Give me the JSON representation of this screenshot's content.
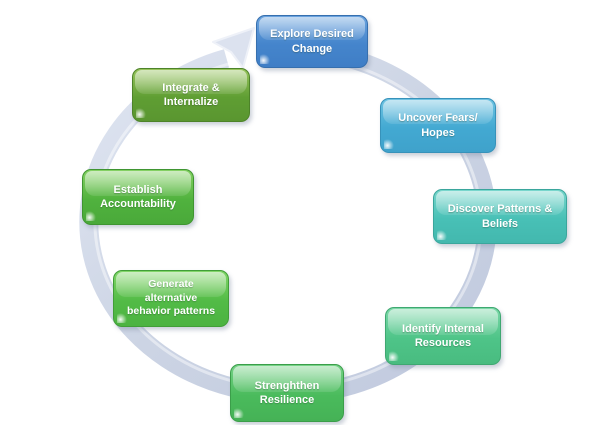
{
  "diagram": {
    "type": "cycle",
    "direction": "clockwise",
    "ring_color": "#ccd4e4",
    "arrowhead_color": "#dce2ef",
    "steps": [
      {
        "label": "Explore Desired Change",
        "color": "#4585cc",
        "position": "top"
      },
      {
        "label": "Uncover Fears/ Hopes",
        "color": "#43a9d2",
        "position": "upper-right"
      },
      {
        "label": "Discover Patterns & Beliefs",
        "color": "#48c0b6",
        "position": "right"
      },
      {
        "label": "Identify Internal Resources",
        "color": "#4ec488",
        "position": "lower-right"
      },
      {
        "label": "Strenghthen Resilience",
        "color": "#4abb5c",
        "position": "bottom"
      },
      {
        "label": "Generate alternative behavior patterns",
        "color": "#52bb46",
        "position": "lower-left"
      },
      {
        "label": "Establish Accountability",
        "color": "#50b23e",
        "position": "left"
      },
      {
        "label": "Integrate & Internalize",
        "color": "#5f9e33",
        "position": "upper-left"
      }
    ]
  }
}
